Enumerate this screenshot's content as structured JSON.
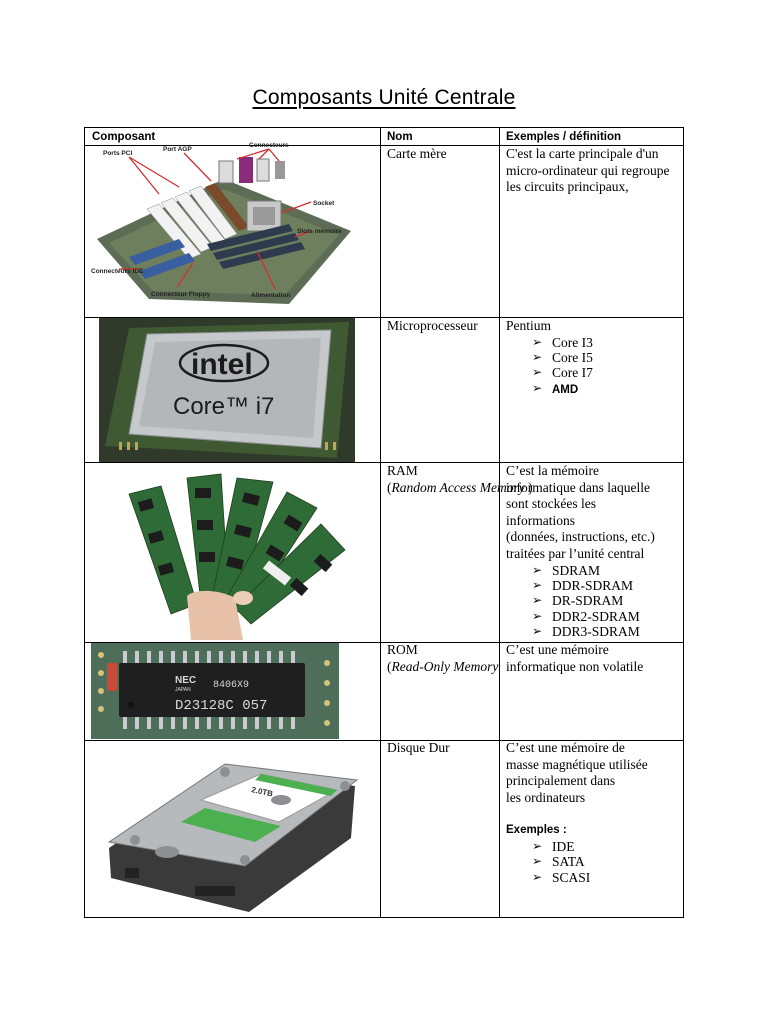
{
  "document": {
    "title": "Composants Unité Centrale"
  },
  "table": {
    "headers": {
      "composant": "Composant",
      "nom": "Nom",
      "exemples": "Exemples / définition"
    },
    "rows": [
      {
        "nom": "Carte mère",
        "definition": "C'est la carte principale d'un micro-ordinateur qui regroupe les circuits principaux,",
        "photo_labels": {
          "pci": "Ports PCI",
          "agp": "Port AGP",
          "connecteurs": "Connecteurs",
          "socket": "Socket",
          "slots": "Slots mémoire",
          "ide": "Connecteurs IDE",
          "floppy": "Connecteur Floppy",
          "alim": "Alimentation"
        }
      },
      {
        "nom": "Microprocesseur",
        "intro": "Pentium",
        "items": [
          "Core I3",
          "Core I5",
          "Core I7",
          "AMD"
        ],
        "photo_labels": {
          "brand": "intel",
          "model": "Core™ i7"
        }
      },
      {
        "nom": "RAM",
        "nom_detail": "Random Access Memory",
        "definition_lines": [
          "C’est la mémoire",
          "informatique dans laquelle",
          "sont stockées les",
          "informations",
          "(données, instructions, etc.)",
          "traitées par l’unité central"
        ],
        "items": [
          "SDRAM",
          "DDR-SDRAM",
          "DR-SDRAM",
          "DDR2-SDRAM",
          "DDR3-SDRAM"
        ]
      },
      {
        "nom": "ROM",
        "nom_detail": "Read-Only Memory",
        "definition_lines": [
          "C’est une mémoire",
          "informatique non volatile"
        ],
        "photo_labels": {
          "brand": "NEC",
          "country": "JAPAN",
          "code1": "8406X9",
          "code2": "D23128C 057"
        }
      },
      {
        "nom": "Disque Dur",
        "definition_lines": [
          "C’est une mémoire de",
          "masse magnétique utilisée",
          "principalement dans",
          "les ordinateurs"
        ],
        "examples_label": "Exemples :",
        "items": [
          "IDE",
          "SATA",
          "SCASI"
        ],
        "photo_labels": {
          "capacity": "2.0TB"
        }
      }
    ]
  },
  "bullet_glyph": "➢",
  "colors": {
    "pcb_green": "#3d6b3a",
    "chip_silver": "#b9bcbf",
    "wd_green": "#4caf50",
    "label_red": "#d32f2f"
  }
}
